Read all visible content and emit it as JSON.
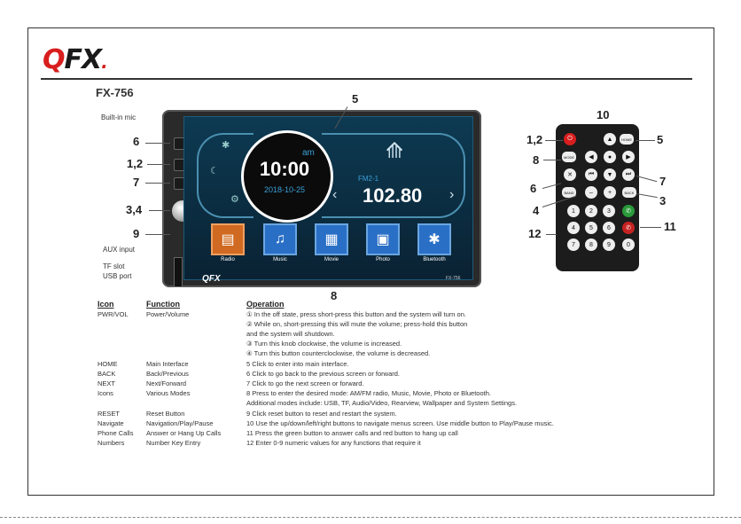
{
  "brand": {
    "logo_q": "Q",
    "logo_fx": "FX",
    "logo_dot": "."
  },
  "model": "FX-756",
  "side_labels": {
    "mic": "Built-in mic",
    "aux": "AUX input",
    "tf": "TF slot",
    "usb": "USB port"
  },
  "callouts": {
    "c5_top": "5",
    "c6": "6",
    "c12": "1,2",
    "c7": "7",
    "c34": "3,4",
    "c9": "9",
    "c8_bottom": "8",
    "r10": "10",
    "r12": "1,2",
    "r5": "5",
    "r8": "8",
    "r7": "7",
    "r6": "6",
    "r3": "3",
    "r4": "4",
    "r12b": "12",
    "r11": "11"
  },
  "screen": {
    "time": "10:00",
    "ampm": "am",
    "date": "2018-10-25",
    "band": "FM2-1",
    "frequency": "102.80",
    "unit_logo": "QFX",
    "unit_model": "FX-756",
    "modes": [
      {
        "label": "Radio",
        "icon": "radio-icon"
      },
      {
        "label": "Music",
        "icon": "music-icon"
      },
      {
        "label": "Movie",
        "icon": "movie-icon"
      },
      {
        "label": "Photo",
        "icon": "photo-icon"
      },
      {
        "label": "Bluetooth",
        "icon": "bluetooth-icon"
      }
    ]
  },
  "table": {
    "headers": {
      "icon": "Icon",
      "function": "Function",
      "operation": "Operation"
    },
    "rows": [
      {
        "icon": "PWR/VOL",
        "function": "Power/Volume",
        "operation": "① In the off state, press short-press this button and the system will turn on."
      },
      {
        "icon": "",
        "function": "",
        "operation": "② While on, short-pressing this will mute the volume; press-hold this button"
      },
      {
        "icon": "",
        "function": "",
        "operation": "and the system will shutdown."
      },
      {
        "icon": "",
        "function": "",
        "operation": "③ Turn this knob clockwise, the volume is increased."
      },
      {
        "icon": "",
        "function": "",
        "operation": "④ Turn this button counterclockwise, the volume is decreased."
      },
      {
        "icon": "HOME",
        "function": "Main Interface",
        "operation": "5 Click to enter into main interface."
      },
      {
        "icon": "BACK",
        "function": "Back/Previous",
        "operation": "6 Click to go back to the previous screen or forward."
      },
      {
        "icon": "NEXT",
        "function": "Next/Forward",
        "operation": "7 Click to go the next screen or forward."
      },
      {
        "icon": "Icons",
        "function": "Various Modes",
        "operation": "8 Press to enter the desired mode: AM/FM radio, Music, Movie, Photo or Bluetooth."
      },
      {
        "icon": "",
        "function": "",
        "operation": "Additional modes include: USB, TF, Audio/Video, Rearview, Wallpaper and System Settings."
      },
      {
        "icon": "RESET",
        "function": "Reset Button",
        "operation": "9 Click reset button to reset and restart the system."
      },
      {
        "icon": "Navigate",
        "function": "Navigation/Play/Pause",
        "operation": "10 Use the up/down/left/right buttons to navigate menus screen. Use middle button to Play/Pause music."
      },
      {
        "icon": "Phone Calls",
        "function": "Answer or Hang Up Calls",
        "operation": "11 Press the green button to answer calls and red button to hang up call"
      },
      {
        "icon": "Numbers",
        "function": "Number Key Entry",
        "operation": "12 Enter 0-9 numeric values for any functions that require it"
      }
    ]
  },
  "colors": {
    "brand_red": "#d81e1e",
    "screen_bg": "#0d3a52",
    "accent_blue": "#3aa0d8",
    "radio_orange": "#d06a22",
    "mode_blue": "#2a6fc6"
  }
}
